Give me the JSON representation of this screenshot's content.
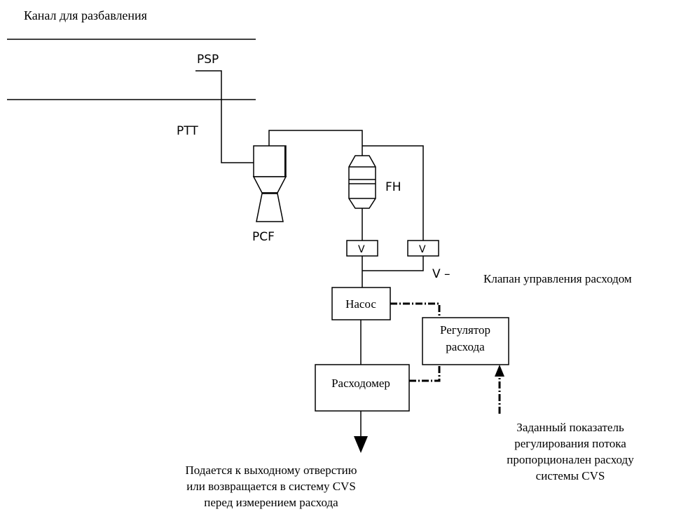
{
  "title": "Канал для разбавления",
  "labels": {
    "psp": "PSP",
    "ptt": "PTT",
    "pcf": "PCF",
    "fh": "FH",
    "v_left": "V",
    "v_right": "V",
    "v_dash": "V –",
    "valve_caption": "Клапан управления расходом"
  },
  "boxes": {
    "pump": "Насос",
    "regulator_line1": "Регулятор",
    "regulator_line2": "расхода",
    "flowmeter": "Расходомер"
  },
  "notes": {
    "outlet": [
      "Подается к выходному отверстию",
      "или возвращается в систему CVS",
      "перед измерением расхода"
    ],
    "setpoint": [
      "Заданный показатель",
      "регулирования потока",
      "пропорционален расходу",
      "системы CVS"
    ]
  }
}
